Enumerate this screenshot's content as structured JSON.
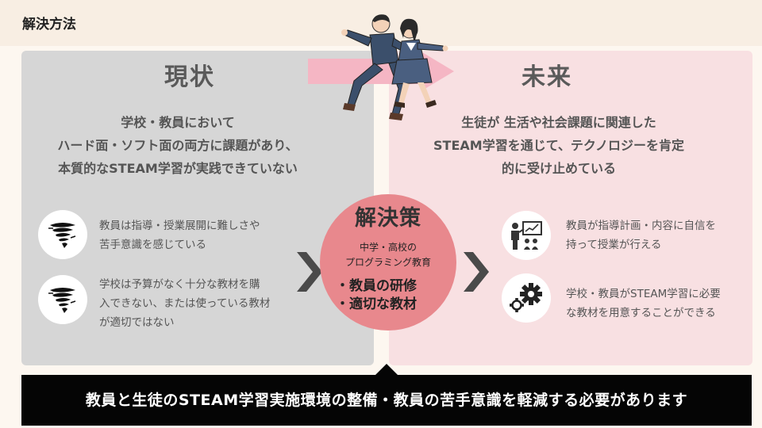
{
  "header": {
    "title": "解決方法"
  },
  "current": {
    "heading": "現状",
    "description": [
      "学校・教員において",
      "ハード面・ソフト面の両方に課題があり、",
      "本質的なSTEAM学習が実践できていない"
    ],
    "items": [
      {
        "icon": "tornado-icon",
        "lines": [
          "教員は指導・授業展開に難しさや",
          "苦手意識を感じている"
        ]
      },
      {
        "icon": "tornado-icon",
        "lines": [
          "学校は予算がなく十分な教材を購",
          "入できない、または使っている教材",
          "が適切ではない"
        ]
      }
    ]
  },
  "solution": {
    "title": "解決策",
    "subtitle": [
      "中学・高校の",
      "プログラミング教育"
    ],
    "points": [
      "・教員の研修",
      "・適切な教材"
    ]
  },
  "future": {
    "heading": "未来",
    "description": [
      "生徒が 生活や社会課題に関連した",
      "STEAM学習を通じて、テクノロジーを肯定",
      "的に受け止めている"
    ],
    "items": [
      {
        "icon": "presentation-icon",
        "lines": [
          "教員が指導計画・内容に自信を",
          "持って授業が行える"
        ]
      },
      {
        "icon": "gears-icon",
        "lines": [
          "学校・教員がSTEAM学習に必要",
          "な教材を用意することができる"
        ]
      }
    ]
  },
  "conclusion": "教員と生徒のSTEAM学習実施環境の整備・教員の苦手意識を軽減する必要があります",
  "colors": {
    "header_band": "#f8eee3",
    "left_panel": "#d6d6d6",
    "right_panel": "#f8e0e2",
    "solution_circle": "#e8888d",
    "arrow": "#f5b6c4",
    "bottom_bar": "#050505"
  }
}
